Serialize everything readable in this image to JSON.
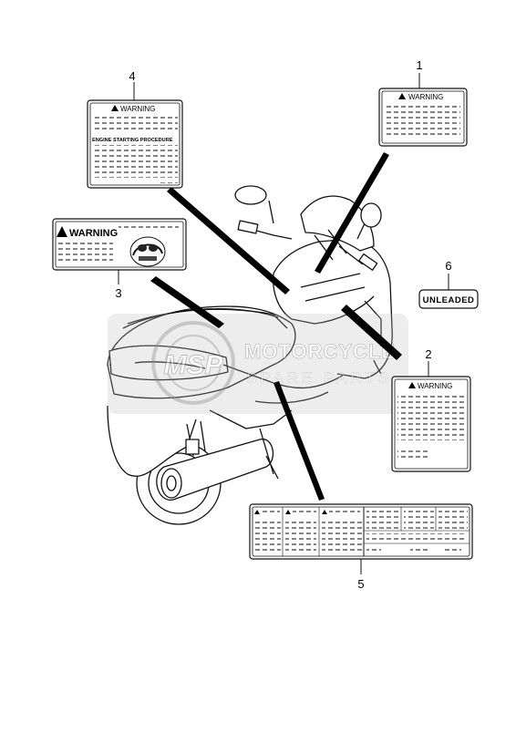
{
  "callouts": {
    "c1": "1",
    "c2": "2",
    "c3": "3",
    "c4": "4",
    "c5": "5",
    "c6": "6"
  },
  "labels": {
    "warning_text": "WARNING",
    "engine_starting_procedure": "ENGINE STARTING PROCEDURE",
    "unleaded": "UNLEADED"
  },
  "watermark": {
    "logo_text": "MSP",
    "line1": "MOTORCYCLE",
    "line2": "SPARE PARTS"
  },
  "colors": {
    "ink": "#111111",
    "watermark": "#9a9a9a"
  }
}
